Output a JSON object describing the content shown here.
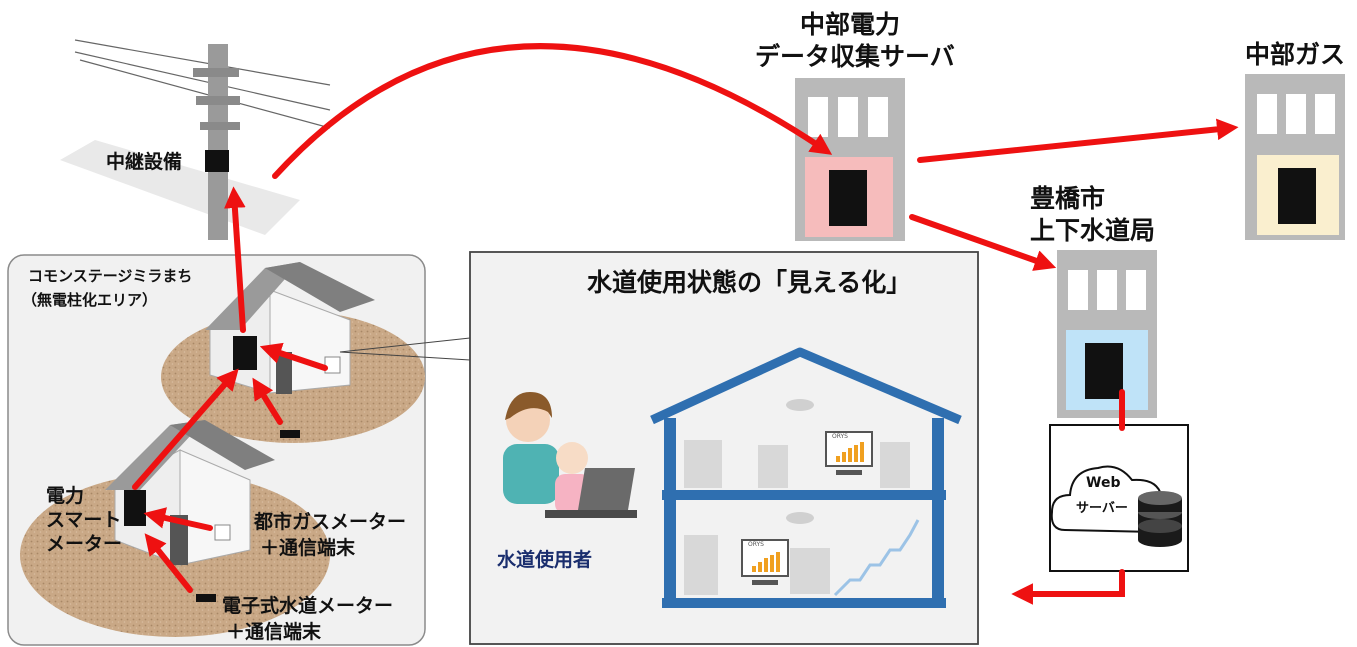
{
  "labels": {
    "chubu_electric": "中部電力",
    "data_server": "データ収集サーバ",
    "chubu_gas": "中部ガス",
    "toyohashi_city": "豊橋市",
    "water_bureau": "上下水道局",
    "relay": "中継設備",
    "area_name": "コモンステージミラまち",
    "area_sub": "（無電柱化エリア）",
    "visualization_title": "水道使用状態の「見える化」",
    "water_user": "水道使用者",
    "power_meter_line1": "電力",
    "power_meter_line2": "スマート",
    "power_meter_line3": "メーター",
    "gas_meter_line1": "都市ガスメーター",
    "gas_meter_line2": "＋通信端末",
    "water_meter_line1": "電子式水道メーター",
    "water_meter_line2": "＋通信端末",
    "web_line1": "Web",
    "web_line2": "サーバー",
    "screen_label": "ORYS"
  },
  "colors": {
    "arrow": "#ee1111",
    "server_building": "#b9b9b9",
    "chubu_electric_panel": "#f6bcbc",
    "chubu_gas_panel": "#faefcf",
    "water_bureau_panel": "#bfe3f8",
    "house_frame": "#2f6fb0",
    "ground": "#c8a787",
    "roof": "#8a8a8a"
  }
}
